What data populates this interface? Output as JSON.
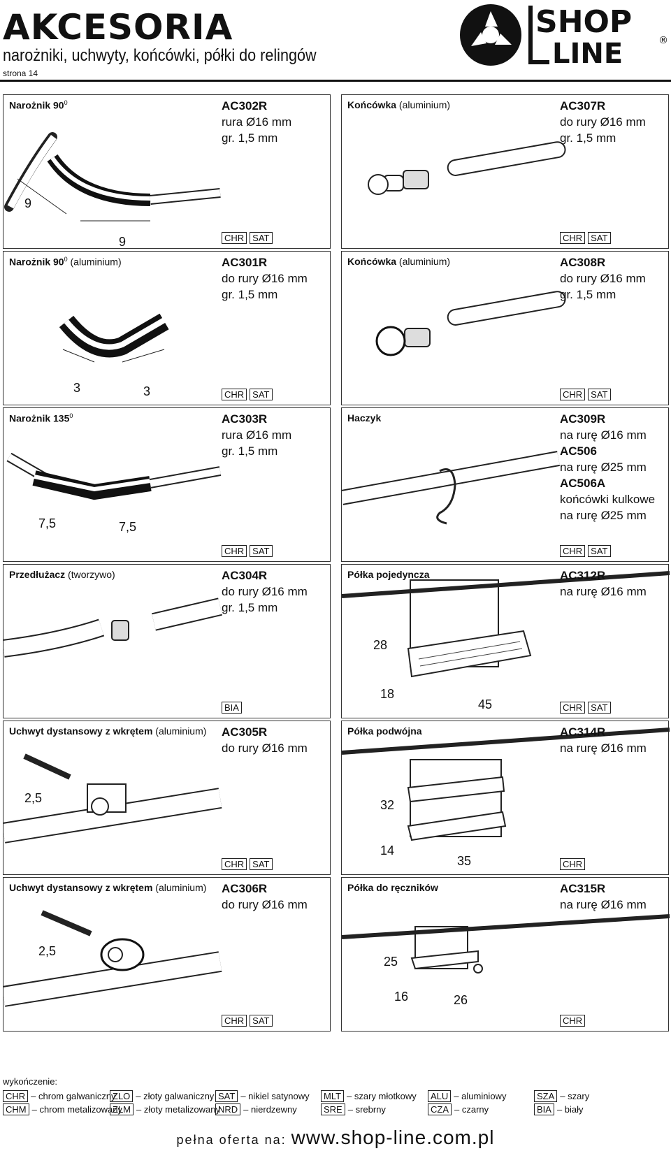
{
  "header": {
    "title": "AKCESORIA",
    "subtitle": "narożniki, uchwyty, końcówki, półki do relingów",
    "page": "strona 14",
    "logo_text_top": "SHOP",
    "logo_text_bottom": "LINE",
    "logo_reg": "®"
  },
  "cells": [
    {
      "name_bold": "Narożnik 90",
      "sup": "0",
      "name_rest": "",
      "code": "AC302R",
      "specs": [
        "rura Ø16 mm",
        "gr. 1,5 mm"
      ],
      "finish": [
        "CHR",
        "SAT"
      ],
      "dims": [
        "9",
        "9"
      ]
    },
    {
      "name_bold": "Końcówka",
      "sup": "",
      "name_rest": " (aluminium)",
      "code": "AC307R",
      "specs": [
        "do rury Ø16 mm",
        "gr. 1,5 mm"
      ],
      "finish": [
        "CHR",
        "SAT"
      ],
      "dims": []
    },
    {
      "name_bold": "Narożnik 90",
      "sup": "0",
      "name_rest": " (aluminium)",
      "code": "AC301R",
      "specs": [
        "do rury Ø16 mm",
        "gr. 1,5 mm"
      ],
      "finish": [
        "CHR",
        "SAT"
      ],
      "dims": [
        "3",
        "3"
      ]
    },
    {
      "name_bold": "Końcówka",
      "sup": "",
      "name_rest": " (aluminium)",
      "code": "AC308R",
      "specs": [
        "do rury Ø16 mm",
        "gr. 1,5 mm"
      ],
      "finish": [
        "CHR",
        "SAT"
      ],
      "dims": []
    },
    {
      "name_bold": "Narożnik 135",
      "sup": "0",
      "name_rest": "",
      "code": "AC303R",
      "specs": [
        "rura Ø16 mm",
        "gr. 1,5 mm"
      ],
      "finish": [
        "CHR",
        "SAT"
      ],
      "dims": [
        "7,5",
        "7,5"
      ]
    },
    {
      "name_bold": "Haczyk",
      "sup": "",
      "name_rest": "",
      "code": "AC309R",
      "specs": [
        "na rurę Ø16 mm"
      ],
      "code2": "AC506",
      "specs2": [
        "na rurę Ø25 mm"
      ],
      "code3": "AC506A",
      "specs3": [
        "końcówki kulkowe",
        "na rurę Ø25 mm"
      ],
      "finish": [
        "CHR",
        "SAT"
      ],
      "dims": []
    },
    {
      "name_bold": "Przedłużacz",
      "sup": "",
      "name_rest": " (tworzywo)",
      "code": "AC304R",
      "specs": [
        "do rury Ø16 mm",
        "gr. 1,5 mm"
      ],
      "finish": [
        "BIA"
      ],
      "dims": []
    },
    {
      "name_bold": "Półka pojedyncza",
      "sup": "",
      "name_rest": "",
      "code": "AC312R",
      "specs": [
        "na rurę Ø16 mm"
      ],
      "finish": [
        "CHR",
        "SAT"
      ],
      "dims": [
        "28",
        "18",
        "45"
      ]
    },
    {
      "name_bold": "Uchwyt dystansowy z wkrętem",
      "sup": "",
      "name_rest": " (aluminium)",
      "code": "AC305R",
      "specs": [
        "do rury Ø16 mm"
      ],
      "finish": [
        "CHR",
        "SAT"
      ],
      "dims": [
        "2,5"
      ]
    },
    {
      "name_bold": "Półka podwójna",
      "sup": "",
      "name_rest": "",
      "code": "AC314R",
      "specs": [
        "na rurę Ø16 mm"
      ],
      "finish": [
        "CHR"
      ],
      "dims": [
        "32",
        "14",
        "35"
      ]
    },
    {
      "name_bold": "Uchwyt dystansowy z wkrętem",
      "sup": "",
      "name_rest": " (aluminium)",
      "code": "AC306R",
      "specs": [
        "do rury Ø16 mm"
      ],
      "finish": [
        "CHR",
        "SAT"
      ],
      "dims": [
        "2,5"
      ]
    },
    {
      "name_bold": "Półka do ręczników",
      "sup": "",
      "name_rest": "",
      "code": "AC315R",
      "specs": [
        "na rurę Ø16 mm"
      ],
      "finish": [
        "CHR"
      ],
      "dims": [
        "25",
        "16",
        "26"
      ]
    }
  ],
  "legend": {
    "title": "wykończenie:",
    "items": [
      {
        "code": "CHR",
        "label": "– chrom galwaniczny"
      },
      {
        "code": "ZLO",
        "label": "– złoty galwaniczny"
      },
      {
        "code": "SAT",
        "label": "– nikiel satynowy"
      },
      {
        "code": "MLT",
        "label": "– szary młotkowy"
      },
      {
        "code": "ALU",
        "label": "– aluminiowy"
      },
      {
        "code": "SZA",
        "label": "– szary"
      },
      {
        "code": "CHM",
        "label": "– chrom metalizowany"
      },
      {
        "code": "ZLM",
        "label": "– złoty metalizowany"
      },
      {
        "code": "NRD",
        "label": "– nierdzewny"
      },
      {
        "code": "SRE",
        "label": "– srebrny"
      },
      {
        "code": "CZA",
        "label": "– czarny"
      },
      {
        "code": "BIA",
        "label": "– biały"
      }
    ]
  },
  "footer": {
    "prefix": "pełna oferta na:",
    "url": "www.shop-line.com.pl"
  }
}
